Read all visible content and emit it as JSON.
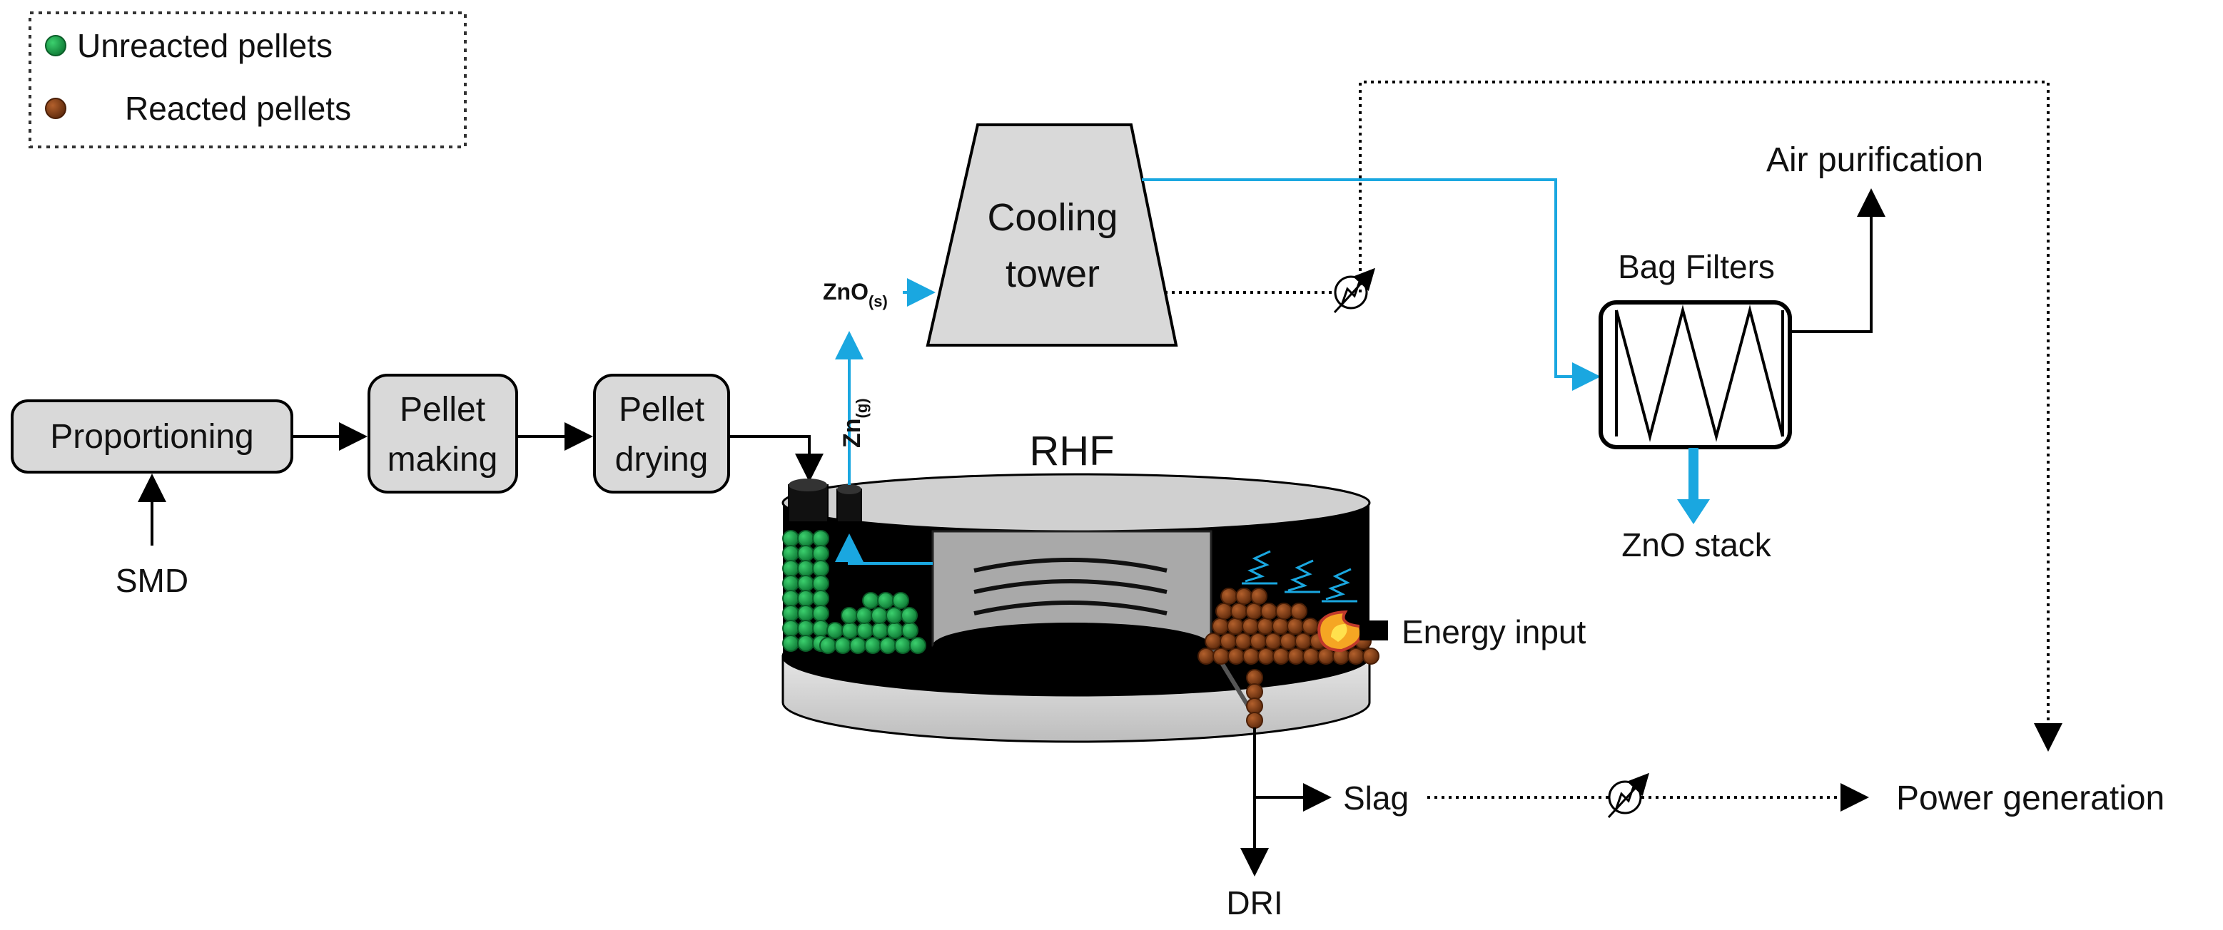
{
  "legend": {
    "unreacted": "Unreacted pellets",
    "reacted": "Reacted pellets",
    "unreacted_color": "#17a14a",
    "reacted_color": "#8a3f16"
  },
  "nodes": {
    "proportioning": "Proportioning",
    "pellet_making_1": "Pellet",
    "pellet_making_2": "making",
    "pellet_drying_1": "Pellet",
    "pellet_drying_2": "drying",
    "smd": "SMD",
    "rhf": "RHF",
    "cooling_tower_1": "Cooling",
    "cooling_tower_2": "tower",
    "bag_filters": "Bag Filters",
    "air_purification": "Air purification",
    "zno_stack": "ZnO stack",
    "energy_input": "Energy input",
    "slag": "Slag",
    "dri": "DRI",
    "power_generation": "Power generation"
  },
  "species": {
    "zno_base": "ZnO",
    "zno_sub": "(s)",
    "zn_base": "Zn",
    "zn_sub": "(g)"
  },
  "colors": {
    "flow_blue": "#1aa7e0",
    "box_fill": "#d9d9d9",
    "line": "#000000",
    "furnace_interior": "#000000",
    "flame": "#f5a623"
  },
  "icons": [
    "heat-exchanger-icon",
    "flame-icon"
  ]
}
